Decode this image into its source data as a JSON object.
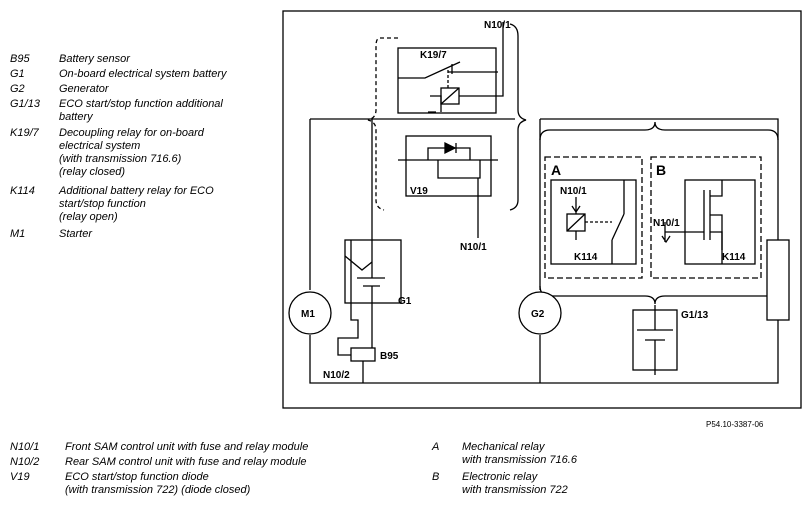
{
  "legend_top": [
    {
      "code": "B95",
      "desc": "Battery sensor"
    },
    {
      "code": "G1",
      "desc": "On-board electrical system battery"
    },
    {
      "code": "G2",
      "desc": "Generator"
    },
    {
      "code": "G1/13",
      "desc": "ECO start/stop function additional\nbattery"
    },
    {
      "code": "K19/7",
      "desc": "Decoupling relay for on-board\nelectrical system\n(with transmission 716.6)\n(relay closed)"
    },
    {
      "code": "K114",
      "desc": "Additional battery relay for ECO\nstart/stop function\n(relay open)"
    },
    {
      "code": "M1",
      "desc": "Starter"
    }
  ],
  "legend_bottom_left": [
    {
      "code": "N10/1",
      "desc": "Front SAM control unit with fuse and relay module"
    },
    {
      "code": "N10/2",
      "desc": "Rear SAM control unit with fuse and relay module"
    },
    {
      "code": "V19",
      "desc": "ECO start/stop function diode\n(with transmission 722) (diode closed)"
    }
  ],
  "legend_bottom_right": [
    {
      "code": "A",
      "desc": "Mechanical relay\nwith transmission 716.6"
    },
    {
      "code": "B",
      "desc": "Electronic relay\nwith transmission 722"
    }
  ],
  "diagram": {
    "labels": {
      "n10_1_top": "N10/1",
      "k19_7": "K19/7",
      "v19": "V19",
      "n10_1_mid": "N10/1",
      "g1": "G1",
      "b95": "B95",
      "n10_2": "N10/2",
      "m1": "M1",
      "g2": "G2",
      "g1_13": "G1/13",
      "section_a": "A",
      "section_b": "B",
      "n10_1_a": "N10/1",
      "k114_a": "K114",
      "n10_1_b": "N10/1",
      "k114_b": "K114"
    },
    "reference": "P54.10-3387-06"
  }
}
